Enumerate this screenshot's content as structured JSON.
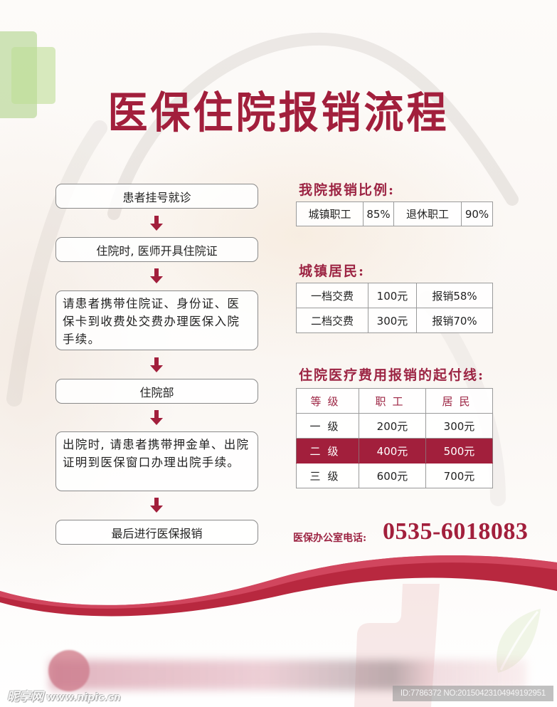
{
  "title": "医保住院报销流程",
  "flow": {
    "steps": [
      "患者挂号就诊",
      "住院时, 医师开具住院证",
      "请患者携带住院证、身份证、医保卡到收费处交费办理医保入院手续。",
      "住院部",
      "出院时, 请患者携带押金单、出院证明到医保窗口办理出院手续。",
      "最后进行医保报销"
    ],
    "arrow_icon": "down-arrow-icon",
    "arrow_color": "#a21f3c"
  },
  "reimbursement_rate": {
    "heading": "我院报销比例:",
    "row": [
      "城镇职工",
      "85%",
      "退休职工",
      "90%"
    ]
  },
  "urban_residents": {
    "heading": "城镇居民:",
    "rows": [
      [
        "一档交费",
        "100元",
        "报销58%"
      ],
      [
        "二档交费",
        "300元",
        "报销70%"
      ]
    ]
  },
  "deductible": {
    "heading": "住院医疗费用报销的起付线:",
    "header": [
      "等级",
      "职工",
      "居民"
    ],
    "rows": [
      [
        "一级",
        "200元",
        "300元"
      ],
      [
        "二级",
        "400元",
        "500元"
      ],
      [
        "三级",
        "600元",
        "700元"
      ]
    ],
    "highlight_row": 1,
    "highlight_color": "#a21f3c"
  },
  "contact": {
    "label": "医保办公室电话:",
    "phone": "0535-6018083"
  },
  "footer": {
    "watermark_brand": "昵享网",
    "watermark_url": "www.nipic.cn",
    "id_text": "ID:7786372 NO:20150423104949192951"
  },
  "colors": {
    "accent": "#a21f3c",
    "heading": "#9c2443",
    "ribbon": "#b8283f"
  }
}
